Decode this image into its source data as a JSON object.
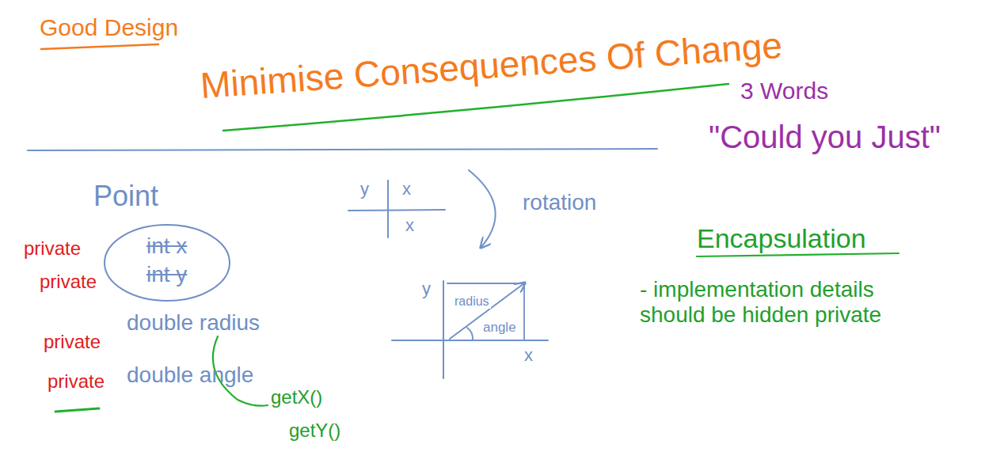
{
  "diagram": {
    "title": "Good Design",
    "nodes": [
      {
        "text": [
          "Point",
          "int x",
          "int y"
        ]
      }
    ],
    "labels": [
      "Minimise Consequences Of Change",
      "3 Words",
      "\"Could you Just\"",
      "private",
      "private",
      "private",
      "private",
      "double radius",
      "double angle",
      "getX()",
      "getY()",
      "y",
      "x",
      "x",
      "rotation",
      "y",
      "radius",
      "angle",
      "x",
      "Encapsulation",
      "- implementation details should be hidden private"
    ]
  }
}
